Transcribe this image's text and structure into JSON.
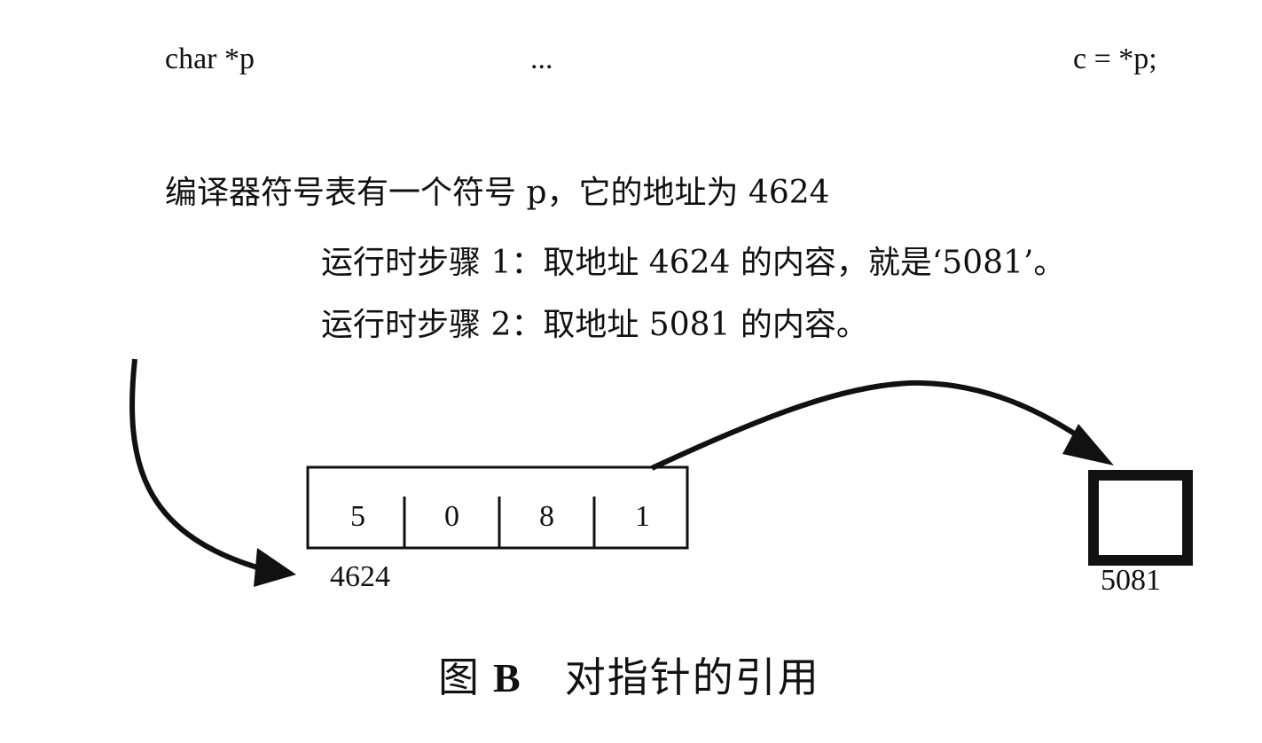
{
  "code": {
    "declaration": "char *p",
    "ellipsis": "...",
    "dereference": "c = *p;"
  },
  "description": {
    "symbol_table": "编译器符号表有一个符号 p，它的地址为 4624",
    "step1": "运行时步骤 1：取地址 4624 的内容，就是‘5081’。",
    "step2": "运行时步骤 2：取地址 5081 的内容。"
  },
  "memory": {
    "cells": [
      "5",
      "0",
      "8",
      "1"
    ],
    "pointer_address": "4624",
    "target_address": "5081"
  },
  "caption": {
    "prefix": "图",
    "figure_id": "B",
    "title": "对指针的引用"
  }
}
